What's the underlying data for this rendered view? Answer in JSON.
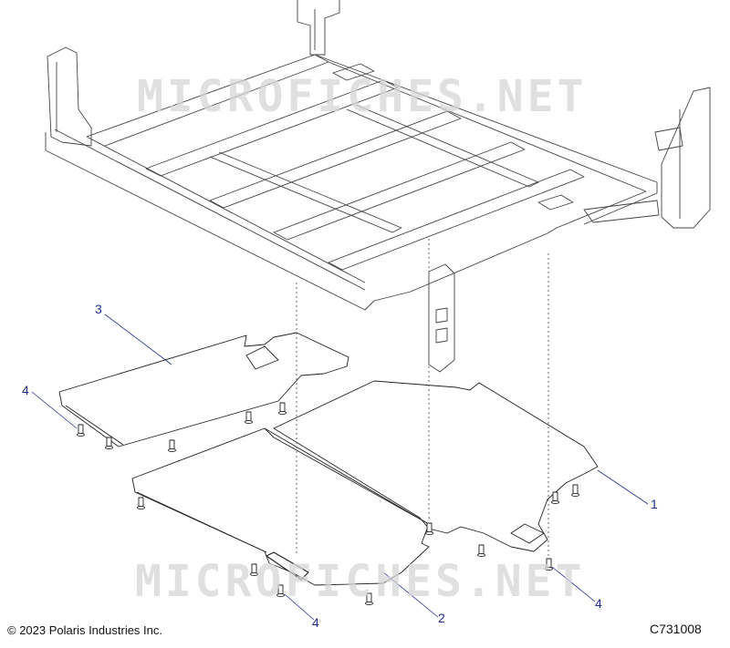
{
  "watermark": "MICROFICHES.NET",
  "callouts": {
    "c1": "1",
    "c2": "2",
    "c3": "3",
    "c4_left": "4",
    "c4_bottom": "4",
    "c4_right": "4"
  },
  "copyright": "© 2023 Polaris Industries Inc.",
  "diagram_id": "C731008",
  "colors": {
    "line": "#222222",
    "leader": "#1f2d8a",
    "watermark": "#d6d6d6"
  }
}
